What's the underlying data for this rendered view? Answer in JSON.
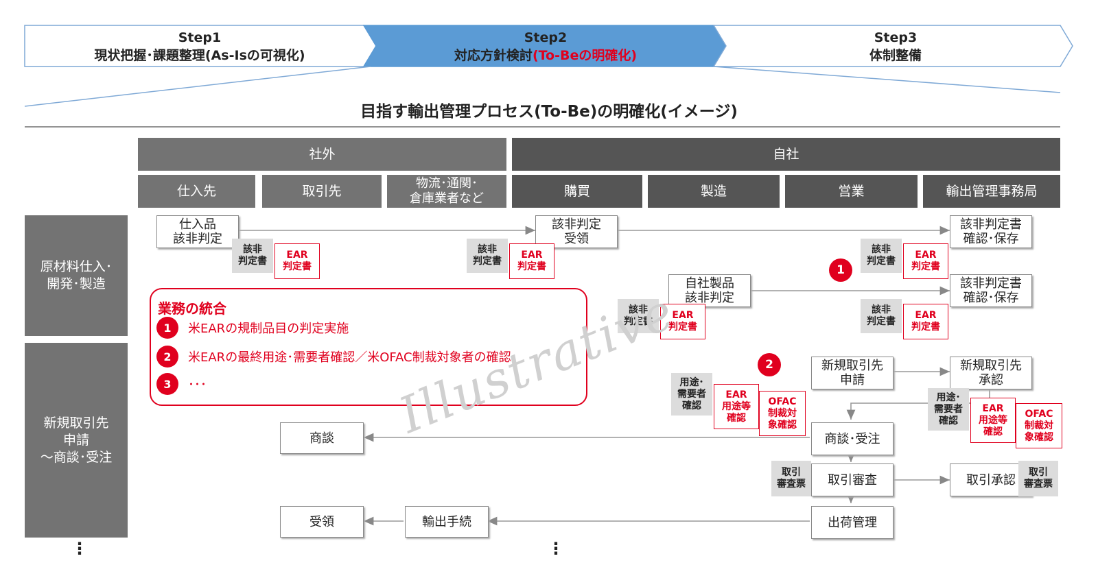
{
  "steps": {
    "step1": {
      "label": "Step1",
      "desc": "現状把握･課題整理(As-Isの可視化)"
    },
    "step2": {
      "label": "Step2",
      "desc_black": "対応方針検討",
      "desc_red": "(To-Beの明確化)"
    },
    "step3": {
      "label": "Step3",
      "desc": "体制整備"
    }
  },
  "title": "目指す輸出管理プロセス(To-Be)の明確化(イメージ)",
  "headers": {
    "external": "社外",
    "internal": "自社",
    "columns": [
      "仕入先",
      "取引先",
      "物流･通関･\n倉庫業者など",
      "購買",
      "製造",
      "営業",
      "輸出管理事務局"
    ]
  },
  "rows": [
    "原材料仕入･\n開発･製造",
    "新規取引先\n申請\n～商談･受注"
  ],
  "boxes": {
    "shiire_hantei": "仕入品\n該非判定",
    "hantei_juryo": "該非判定\n受領",
    "hanteisho_kakunin_1": "該非判定書\n確認･保存",
    "jisha_hantei": "自社製品\n該非判定",
    "hanteisho_kakunin_2": "該非判定書\n確認･保存",
    "shinki_shinsei": "新規取引先\n申請",
    "shinki_shonin": "新規取引先\n承認",
    "shodan": "商談",
    "shodan_juchu": "商談･受注",
    "torihiki_shinsa": "取引審査",
    "torihiki_shonin": "取引承認",
    "juryo": "受領",
    "yushutsu_tetsuzuki": "輸出手続",
    "shukka_kanri": "出荷管理"
  },
  "docs": {
    "gaihi_hanteisho": "該非\n判定書",
    "ear_hanteisho": "EAR\n判定書",
    "yoto_juyosha": "用途･\n需要者\n確認",
    "ear_yoto": "EAR\n用途等\n確認",
    "ofac": "OFAC\n制裁対\n象確認",
    "torihiki_shinsahyo": "取引\n審査票"
  },
  "integration": {
    "title": "業務の統合",
    "items": [
      {
        "num": "1",
        "text": "米EARの規制品目の判定実施"
      },
      {
        "num": "2",
        "text": "米EARの最終用途･需要者確認／米OFAC制裁対象者の確認"
      },
      {
        "num": "3",
        "text": "･･･"
      }
    ]
  },
  "badges": {
    "one": "1",
    "two": "2"
  },
  "watermark": "Illustrative",
  "ellipsis": "⋮",
  "colors": {
    "accent_red": "#e0001e",
    "step_active": "#5b9bd5",
    "header_gray": "#737373",
    "header_dark": "#555555"
  }
}
